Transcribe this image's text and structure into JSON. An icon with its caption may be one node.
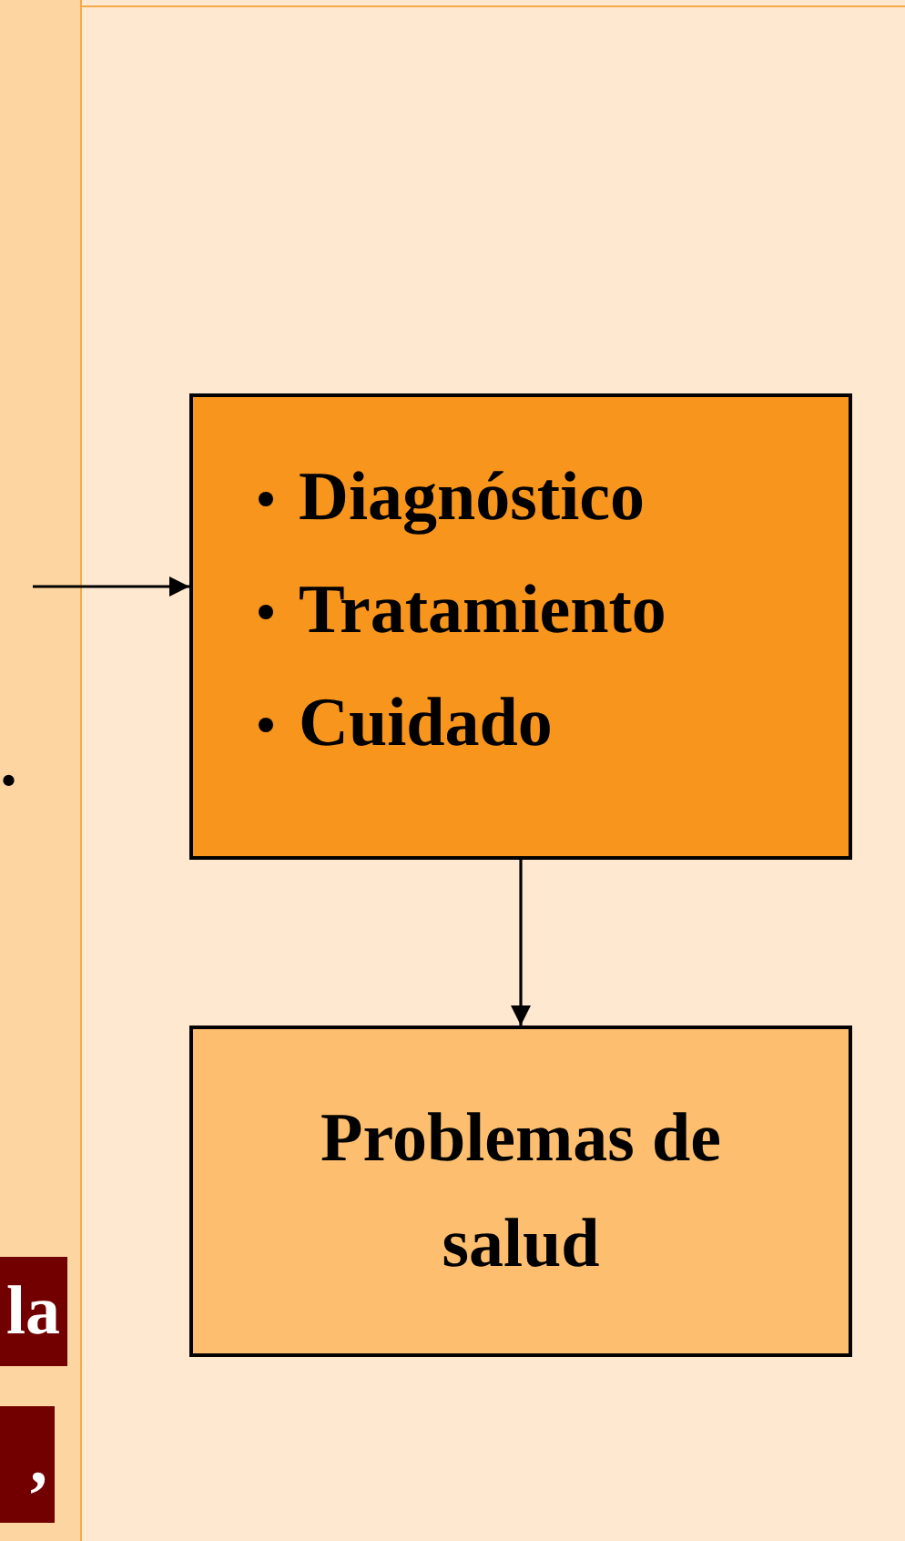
{
  "diagram": {
    "nodes": [
      {
        "text": [
          "Diagnóstico",
          "Tratamiento",
          "Cuidado"
        ]
      },
      {
        "text": [
          "Problemas de salud"
        ]
      }
    ],
    "edges": [
      {
        "from": null,
        "to": 0,
        "arrow": "to"
      },
      {
        "from": 0,
        "to": 1,
        "arrow": "to"
      }
    ],
    "labels": [
      ".",
      "la",
      ","
    ]
  }
}
